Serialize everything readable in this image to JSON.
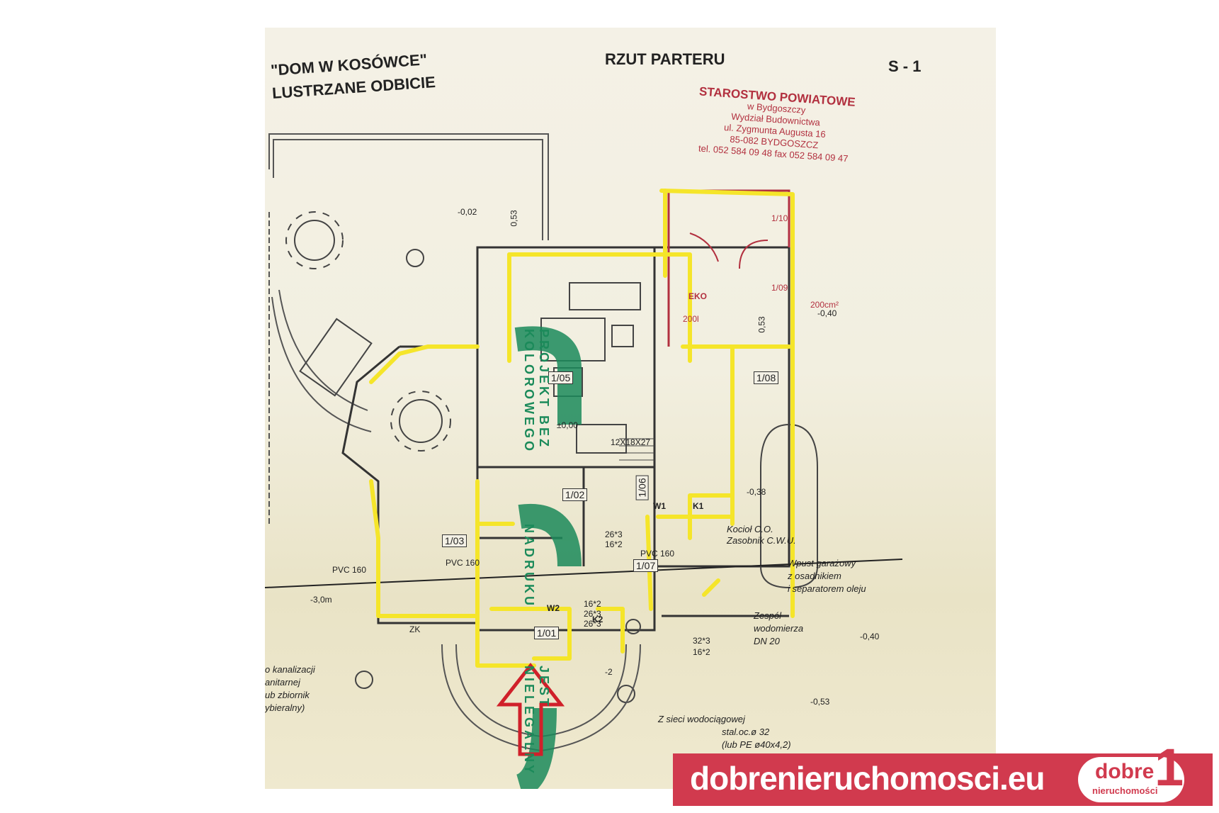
{
  "plan": {
    "project_name": "\"DOM W KOSÓWCE\"",
    "variant": "LUSTRZANE ODBICIE",
    "sheet_title": "RZUT PARTERU",
    "sheet_number": "S - 1"
  },
  "stamp": {
    "line1": "STAROSTWO POWIATOWE",
    "line2": "w Bydgoszczy",
    "line3": "Wydział Budownictwa",
    "line4": "ul. Zygmunta Augusta 16",
    "line5": "85-082 BYDGOSZCZ",
    "line6": "tel. 052 584 09 48  fax 052 584 09 47",
    "eko": "EKO",
    "tank": "200l",
    "area": "200cm²",
    "w1": "1/10",
    "w2": "1/09"
  },
  "rooms": {
    "r105": "1/05",
    "r108": "1/08",
    "r102": "1/02",
    "r103": "1/03",
    "r106": "1/06",
    "r107": "1/07",
    "r101": "1/01"
  },
  "levels": {
    "l1": "-0,02",
    "l2": "±0,00",
    "l3": "-0,38",
    "l4": "-0,40",
    "l5": "-0,40",
    "l6": "-0,53",
    "l7": "0,53",
    "l8": "0,53",
    "l9": "-3,0m",
    "l10": "-2"
  },
  "annotations": {
    "pvc1": "PVC 160",
    "pvc2": "PVC 160",
    "pvc3": "PVC 160",
    "stairs": "12X18X27",
    "w1": "W1",
    "w2": "W2",
    "k1": "K1",
    "k2": "K2",
    "d1": "26*3",
    "d2": "16*2",
    "d3": "16*2",
    "d4": "26*3",
    "d5": "26*3",
    "d6": "32*3",
    "d7": "16*2",
    "boiler1": "Kocioł C.O.",
    "boiler2": "Zasobnik C.W.U.",
    "garage1": "Wpust garażowy",
    "garage2": "z osadnikiem",
    "garage3": "i separatorem oleju",
    "meter1": "Zespół",
    "meter2": "wodomierza",
    "meter3": "DN 20",
    "water1": "Z sieci wodociągowej",
    "water2": "stal.oc.ø 32",
    "water3": "(lub PE ø40x4,2)",
    "sewer1": "o kanalizacji",
    "sewer2": "anitarnej",
    "sewer3": "ub zbiornik",
    "sewer4": "ybieralny)",
    "zk": "ZK"
  },
  "watermark": {
    "green1": "PROJEKT BEZ KOLOROWEGO",
    "green2": "JEST NIELEGALNY",
    "green3": "NADRUKU"
  },
  "banner": {
    "url": "dobrenieruchomosci.eu",
    "logo_word": "dobre",
    "logo_sub": "nieruchomości",
    "logo_digit": "1"
  },
  "colors": {
    "overlay_yellow": "#f5e52a",
    "arrow_red": "#d0202a",
    "banner_red": "#d13a4e",
    "watermark_green": "#1b8a5a",
    "stamp_red": "#b2303f"
  }
}
